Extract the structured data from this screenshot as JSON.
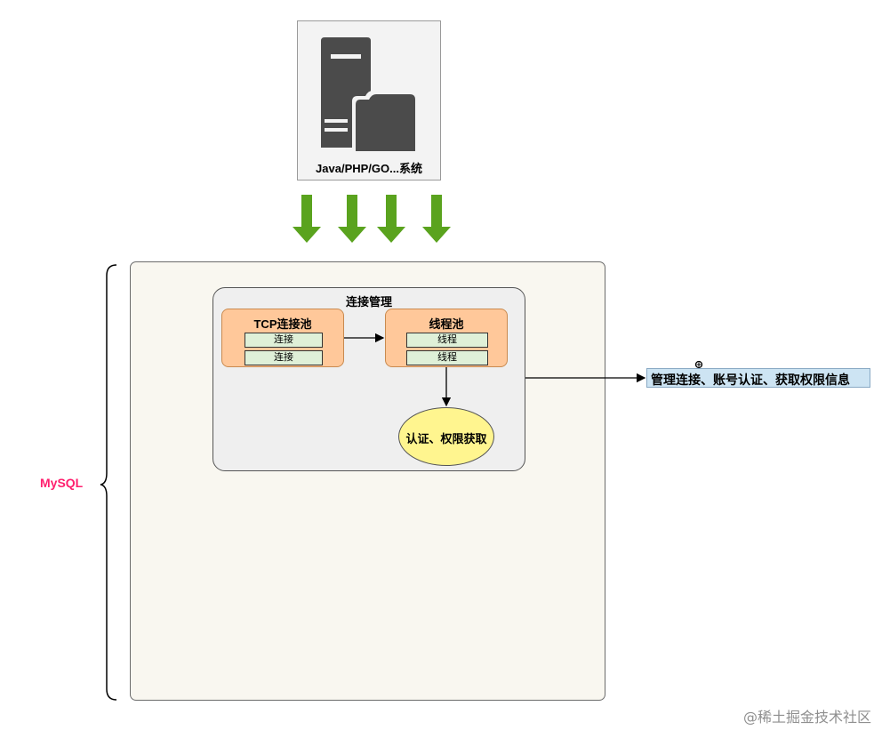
{
  "client": {
    "label": "Java/PHP/GO...系统",
    "icon": "server-folder-icon"
  },
  "mysql": {
    "label": "MySQL",
    "label_color": "#ff1f6e"
  },
  "connection_management": {
    "title": "连接管理",
    "tcp_pool": {
      "title": "TCP连接池",
      "slots": [
        "连接",
        "连接"
      ]
    },
    "thread_pool": {
      "title": "线程池",
      "slots": [
        "线程",
        "线程"
      ]
    },
    "auth_node": "认证、权限获取"
  },
  "info_box": {
    "label": "管理连接、账号认证、获取权限信息"
  },
  "watermark": "@稀土掘金技术社区",
  "colors": {
    "arrow_green": "#5aa31e",
    "pool_orange": "#ffc89a",
    "slot_green": "#dff0d8",
    "ellipse_yellow": "#fff58f",
    "info_blue": "#cde4f3"
  }
}
